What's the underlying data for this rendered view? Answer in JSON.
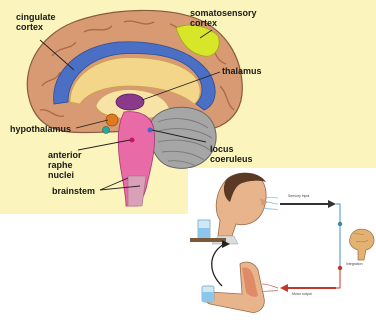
{
  "brain_diagram": {
    "labels": {
      "cingulate_cortex": "cingulate\ncortex",
      "somatosensory_cortex": "somatosensory\ncortex",
      "thalamus": "thalamus",
      "hypothalamus": "hypothalamus",
      "locus_coeruleus": "locus\ncoeruleus",
      "anterior_raphe_nuclei": "anterior\nraphe\nnuclei",
      "brainstem": "brainstem"
    },
    "colors": {
      "background": "#fbf4bc",
      "cortex": "#d79a72",
      "cingulate": "#4a6fc4",
      "somatosensory": "#d8e62a",
      "thalamus": "#8a3a8a",
      "brainstem": "#e86aa6",
      "cerebellum": "#a6a6a6",
      "hypothalamus": "#e07a20"
    }
  },
  "reflex_diagram": {
    "labels": {
      "sensory_input": "Sensory input",
      "integration": "Integration",
      "motor_output": "Motor output"
    },
    "colors": {
      "sensory_arrow": "#333333",
      "motor_arrow": "#c0392b"
    }
  }
}
